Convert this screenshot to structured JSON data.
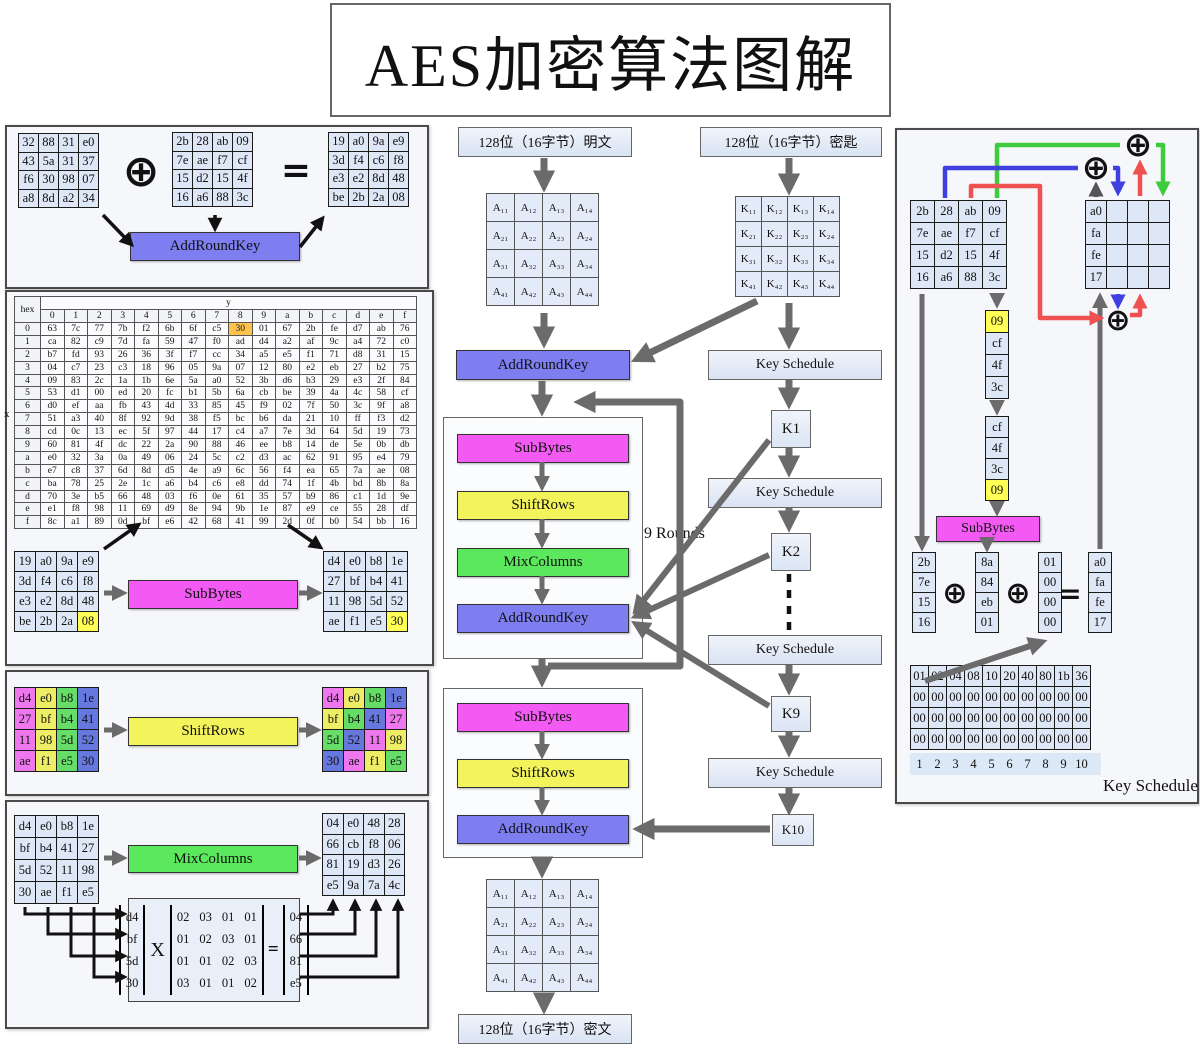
{
  "title": "AES加密算法图解",
  "symbols": {
    "xor": "⊕",
    "equals": "=",
    "times": "X"
  },
  "colors": {
    "addroundkey": "#7e7ef0",
    "subbytes": "#f359f3",
    "shiftrows": "#f3f35c",
    "mixcolumns": "#5ce85c",
    "arrow_green": "#3ecc3e",
    "arrow_blue": "#4040e0",
    "arrow_red": "#ef5050",
    "highlight_yellow": "#ffff55",
    "highlight_orange": "#ffc34d"
  },
  "panels": {
    "addroundkey": {
      "label": "AddRoundKey",
      "m1": [
        [
          "32",
          "88",
          "31",
          "e0"
        ],
        [
          "43",
          "5a",
          "31",
          "37"
        ],
        [
          "f6",
          "30",
          "98",
          "07"
        ],
        [
          "a8",
          "8d",
          "a2",
          "34"
        ]
      ],
      "m2": [
        [
          "2b",
          "28",
          "ab",
          "09"
        ],
        [
          "7e",
          "ae",
          "f7",
          "cf"
        ],
        [
          "15",
          "d2",
          "15",
          "4f"
        ],
        [
          "16",
          "a6",
          "88",
          "3c"
        ]
      ],
      "m3": [
        [
          "19",
          "a0",
          "9a",
          "e9"
        ],
        [
          "3d",
          "f4",
          "c6",
          "f8"
        ],
        [
          "e3",
          "e2",
          "8d",
          "48"
        ],
        [
          "be",
          "2b",
          "2a",
          "08"
        ]
      ]
    },
    "sbox": {
      "corner": "hex",
      "x_label": "x",
      "y_label": "y",
      "col_headers": [
        "0",
        "1",
        "2",
        "3",
        "4",
        "5",
        "6",
        "7",
        "8",
        "9",
        "a",
        "b",
        "c",
        "d",
        "e",
        "f"
      ],
      "row_headers": [
        "0",
        "1",
        "2",
        "3",
        "4",
        "5",
        "6",
        "7",
        "8",
        "9",
        "a",
        "b",
        "c",
        "d",
        "e",
        "f"
      ],
      "highlight": {
        "row": 0,
        "col": 8
      },
      "rows": [
        [
          "63",
          "7c",
          "77",
          "7b",
          "f2",
          "6b",
          "6f",
          "c5",
          "30",
          "01",
          "67",
          "2b",
          "fe",
          "d7",
          "ab",
          "76"
        ],
        [
          "ca",
          "82",
          "c9",
          "7d",
          "fa",
          "59",
          "47",
          "f0",
          "ad",
          "d4",
          "a2",
          "af",
          "9c",
          "a4",
          "72",
          "c0"
        ],
        [
          "b7",
          "fd",
          "93",
          "26",
          "36",
          "3f",
          "f7",
          "cc",
          "34",
          "a5",
          "e5",
          "f1",
          "71",
          "d8",
          "31",
          "15"
        ],
        [
          "04",
          "c7",
          "23",
          "c3",
          "18",
          "96",
          "05",
          "9a",
          "07",
          "12",
          "80",
          "e2",
          "eb",
          "27",
          "b2",
          "75"
        ],
        [
          "09",
          "83",
          "2c",
          "1a",
          "1b",
          "6e",
          "5a",
          "a0",
          "52",
          "3b",
          "d6",
          "b3",
          "29",
          "e3",
          "2f",
          "84"
        ],
        [
          "53",
          "d1",
          "00",
          "ed",
          "20",
          "fc",
          "b1",
          "5b",
          "6a",
          "cb",
          "be",
          "39",
          "4a",
          "4c",
          "58",
          "cf"
        ],
        [
          "d0",
          "ef",
          "aa",
          "fb",
          "43",
          "4d",
          "33",
          "85",
          "45",
          "f9",
          "02",
          "7f",
          "50",
          "3c",
          "9f",
          "a8"
        ],
        [
          "51",
          "a3",
          "40",
          "8f",
          "92",
          "9d",
          "38",
          "f5",
          "bc",
          "b6",
          "da",
          "21",
          "10",
          "ff",
          "f3",
          "d2"
        ],
        [
          "cd",
          "0c",
          "13",
          "ec",
          "5f",
          "97",
          "44",
          "17",
          "c4",
          "a7",
          "7e",
          "3d",
          "64",
          "5d",
          "19",
          "73"
        ],
        [
          "60",
          "81",
          "4f",
          "dc",
          "22",
          "2a",
          "90",
          "88",
          "46",
          "ee",
          "b8",
          "14",
          "de",
          "5e",
          "0b",
          "db"
        ],
        [
          "e0",
          "32",
          "3a",
          "0a",
          "49",
          "06",
          "24",
          "5c",
          "c2",
          "d3",
          "ac",
          "62",
          "91",
          "95",
          "e4",
          "79"
        ],
        [
          "e7",
          "c8",
          "37",
          "6d",
          "8d",
          "d5",
          "4e",
          "a9",
          "6c",
          "56",
          "f4",
          "ea",
          "65",
          "7a",
          "ae",
          "08"
        ],
        [
          "ba",
          "78",
          "25",
          "2e",
          "1c",
          "a6",
          "b4",
          "c6",
          "e8",
          "dd",
          "74",
          "1f",
          "4b",
          "bd",
          "8b",
          "8a"
        ],
        [
          "70",
          "3e",
          "b5",
          "66",
          "48",
          "03",
          "f6",
          "0e",
          "61",
          "35",
          "57",
          "b9",
          "86",
          "c1",
          "1d",
          "9e"
        ],
        [
          "e1",
          "f8",
          "98",
          "11",
          "69",
          "d9",
          "8e",
          "94",
          "9b",
          "1e",
          "87",
          "e9",
          "ce",
          "55",
          "28",
          "df"
        ],
        [
          "8c",
          "a1",
          "89",
          "0d",
          "bf",
          "e6",
          "42",
          "68",
          "41",
          "99",
          "2d",
          "0f",
          "b0",
          "54",
          "bb",
          "16"
        ]
      ]
    },
    "subbytes": {
      "label": "SubBytes",
      "m_in": [
        [
          "19",
          "a0",
          "9a",
          "e9"
        ],
        [
          "3d",
          "f4",
          "c6",
          "f8"
        ],
        [
          "e3",
          "e2",
          "8d",
          "48"
        ],
        [
          "be",
          "2b",
          "2a",
          {
            "t": "08",
            "hl": "y"
          }
        ]
      ],
      "m_out": [
        [
          "d4",
          "e0",
          "b8",
          "1e"
        ],
        [
          "27",
          "bf",
          "b4",
          "41"
        ],
        [
          "11",
          "98",
          "5d",
          "52"
        ],
        [
          "ae",
          "f1",
          "e5",
          {
            "t": "30",
            "hl": "y"
          }
        ]
      ]
    },
    "shiftrows": {
      "label": "ShiftRows",
      "m_in": [
        [
          "d4",
          "e0",
          "b8",
          "1e"
        ],
        [
          "27",
          "bf",
          "b4",
          "41"
        ],
        [
          "11",
          "98",
          "5d",
          "52"
        ],
        [
          "ae",
          "f1",
          "e5",
          "30"
        ]
      ],
      "in_colors": [
        [
          "p",
          "y",
          "g",
          "b"
        ],
        [
          "p",
          "y",
          "g",
          "b"
        ],
        [
          "p",
          "y",
          "g",
          "b"
        ],
        [
          "p",
          "y",
          "g",
          "b"
        ]
      ],
      "m_out": [
        [
          "d4",
          "e0",
          "b8",
          "1e"
        ],
        [
          "bf",
          "b4",
          "41",
          "27"
        ],
        [
          "5d",
          "52",
          "11",
          "98"
        ],
        [
          "30",
          "ae",
          "f1",
          "e5"
        ]
      ],
      "out_colors": [
        [
          "p",
          "y",
          "g",
          "b"
        ],
        [
          "y",
          "g",
          "b",
          "p"
        ],
        [
          "g",
          "b",
          "p",
          "y"
        ],
        [
          "b",
          "p",
          "y",
          "g"
        ]
      ]
    },
    "mixcolumns": {
      "label": "MixColumns",
      "m_in": [
        [
          "d4",
          "e0",
          "b8",
          "1e"
        ],
        [
          "bf",
          "b4",
          "41",
          "27"
        ],
        [
          "5d",
          "52",
          "11",
          "98"
        ],
        [
          "30",
          "ae",
          "f1",
          "e5"
        ]
      ],
      "m_out": [
        [
          "04",
          "e0",
          "48",
          "28"
        ],
        [
          "66",
          "cb",
          "f8",
          "06"
        ],
        [
          "81",
          "19",
          "d3",
          "26"
        ],
        [
          "e5",
          "9a",
          "7a",
          "4c"
        ]
      ],
      "vec": [
        "d4",
        "bf",
        "5d",
        "30"
      ],
      "mat": [
        [
          "02",
          "03",
          "01",
          "01"
        ],
        [
          "01",
          "02",
          "03",
          "01"
        ],
        [
          "01",
          "01",
          "02",
          "03"
        ],
        [
          "03",
          "01",
          "01",
          "02"
        ]
      ],
      "res": [
        "04",
        "66",
        "81",
        "e5"
      ]
    }
  },
  "flow": {
    "plaintext": "128位（16字节）明文",
    "key": "128位（16字节）密匙",
    "ciphertext": "128位（16字节）密文",
    "addroundkey": "AddRoundKey",
    "subbytes": "SubBytes",
    "shiftrows": "ShiftRows",
    "mixcolumns": "MixColumns",
    "rounds_label": "9 Rounds",
    "key_schedule": "Key Schedule",
    "k1": "K1",
    "k2": "K2",
    "k9": "K9",
    "k10": "K10",
    "state_matrix": [
      [
        "A₁₁",
        "A₁₂",
        "A₁₃",
        "A₁₄"
      ],
      [
        "A₂₁",
        "A₂₂",
        "A₂₃",
        "A₂₄"
      ],
      [
        "A₃₁",
        "A₃₂",
        "A₃₃",
        "A₃₄"
      ],
      [
        "A₄₁",
        "A₄₂",
        "A₄₃",
        "A₄₄"
      ]
    ],
    "key_matrix": [
      [
        "K₁₁",
        "K₁₂",
        "K₁₃",
        "K₁₄"
      ],
      [
        "K₂₁",
        "K₂₂",
        "K₂₃",
        "K₂₄"
      ],
      [
        "K₃₁",
        "K₃₂",
        "K₃₃",
        "K₃₄"
      ],
      [
        "K₄₁",
        "K₄₂",
        "K₄₃",
        "K₄₄"
      ]
    ]
  },
  "keyschedule": {
    "label": "Key Schedule",
    "subbytes_label": "SubBytes",
    "key_matrix": [
      [
        "2b",
        "28",
        "ab",
        "09"
      ],
      [
        "7e",
        "ae",
        "f7",
        "cf"
      ],
      [
        "15",
        "d2",
        "15",
        "4f"
      ],
      [
        "16",
        "a6",
        "88",
        "3c"
      ]
    ],
    "result_matrix": [
      [
        "a0",
        "",
        "",
        ""
      ],
      [
        "fa",
        "",
        "",
        ""
      ],
      [
        "fe",
        "",
        "",
        ""
      ],
      [
        "17",
        "",
        "",
        ""
      ]
    ],
    "rot_before": [
      {
        "t": "09",
        "hl": "y"
      },
      "cf",
      "4f",
      "3c"
    ],
    "rot_after": [
      "cf",
      "4f",
      "3c",
      {
        "t": "09",
        "hl": "y"
      }
    ],
    "w0": [
      "2b",
      "7e",
      "15",
      "16"
    ],
    "sub_out": [
      "8a",
      "84",
      "eb",
      "01"
    ],
    "rcon_col": [
      "01",
      "00",
      "00",
      "00"
    ],
    "w4": [
      "a0",
      "fa",
      "fe",
      "17"
    ],
    "rcon_rows": [
      [
        "01",
        "02",
        "04",
        "08",
        "10",
        "20",
        "40",
        "80",
        "1b",
        "36"
      ],
      [
        "00",
        "00",
        "00",
        "00",
        "00",
        "00",
        "00",
        "00",
        "00",
        "00"
      ],
      [
        "00",
        "00",
        "00",
        "00",
        "00",
        "00",
        "00",
        "00",
        "00",
        "00"
      ],
      [
        "00",
        "00",
        "00",
        "00",
        "00",
        "00",
        "00",
        "00",
        "00",
        "00"
      ]
    ],
    "rcon_footer": [
      "1",
      "2",
      "3",
      "4",
      "5",
      "6",
      "7",
      "8",
      "9",
      "10"
    ]
  }
}
